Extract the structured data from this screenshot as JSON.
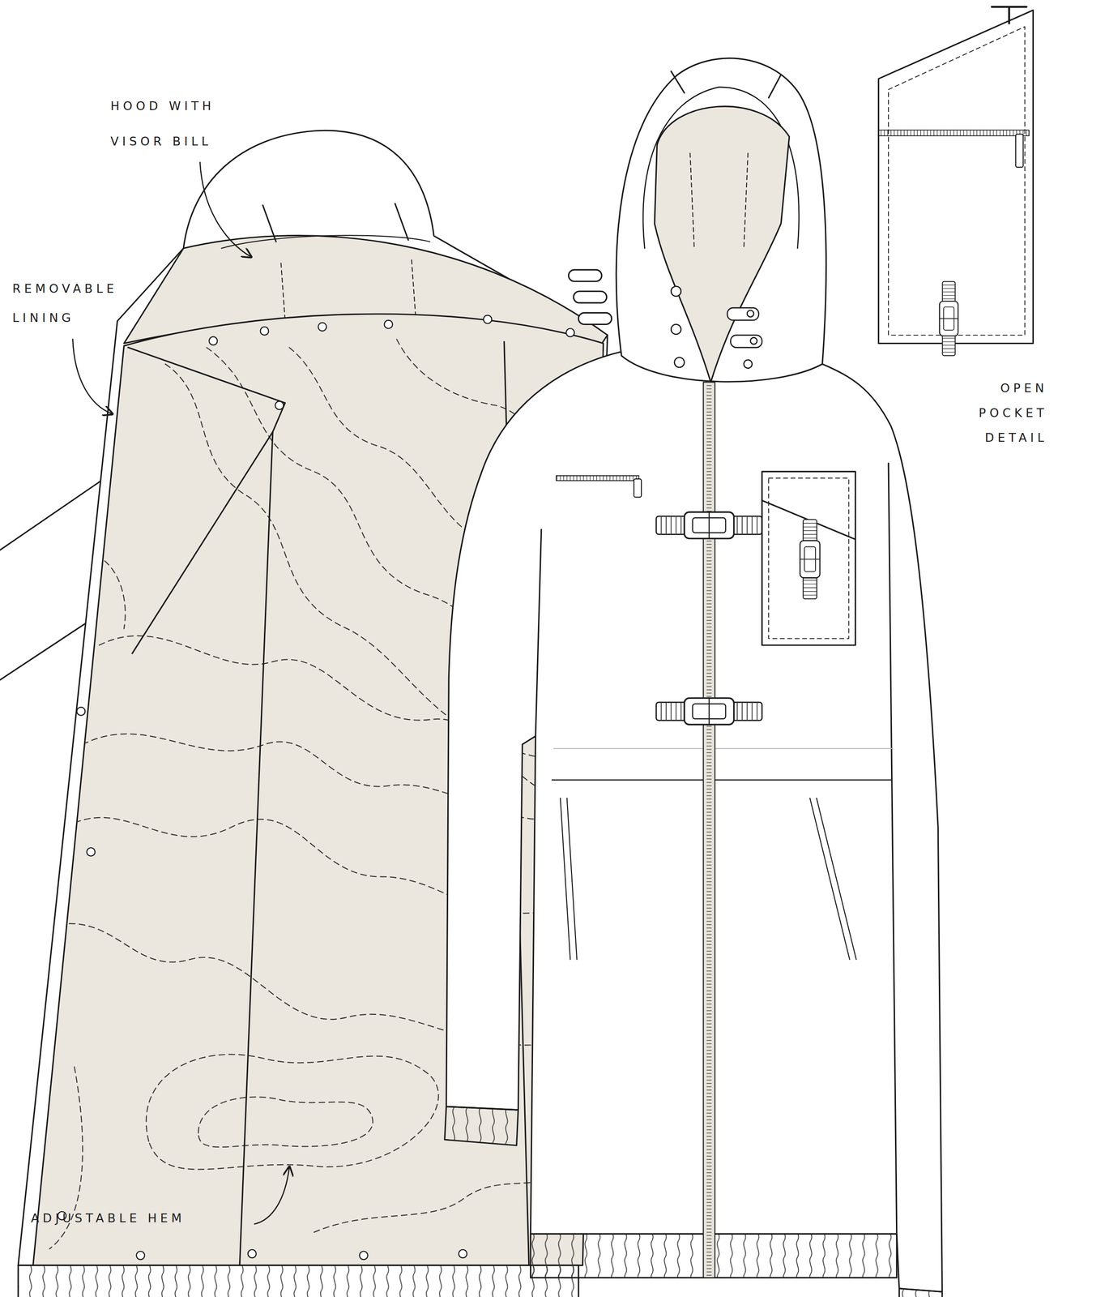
{
  "diagram": {
    "labels": [
      "HOOD WITH VISOR BILL",
      "REMOVABLE LINING",
      "OPEN POCKET DETAIL",
      "ADJUSTABLE HEM"
    ]
  }
}
